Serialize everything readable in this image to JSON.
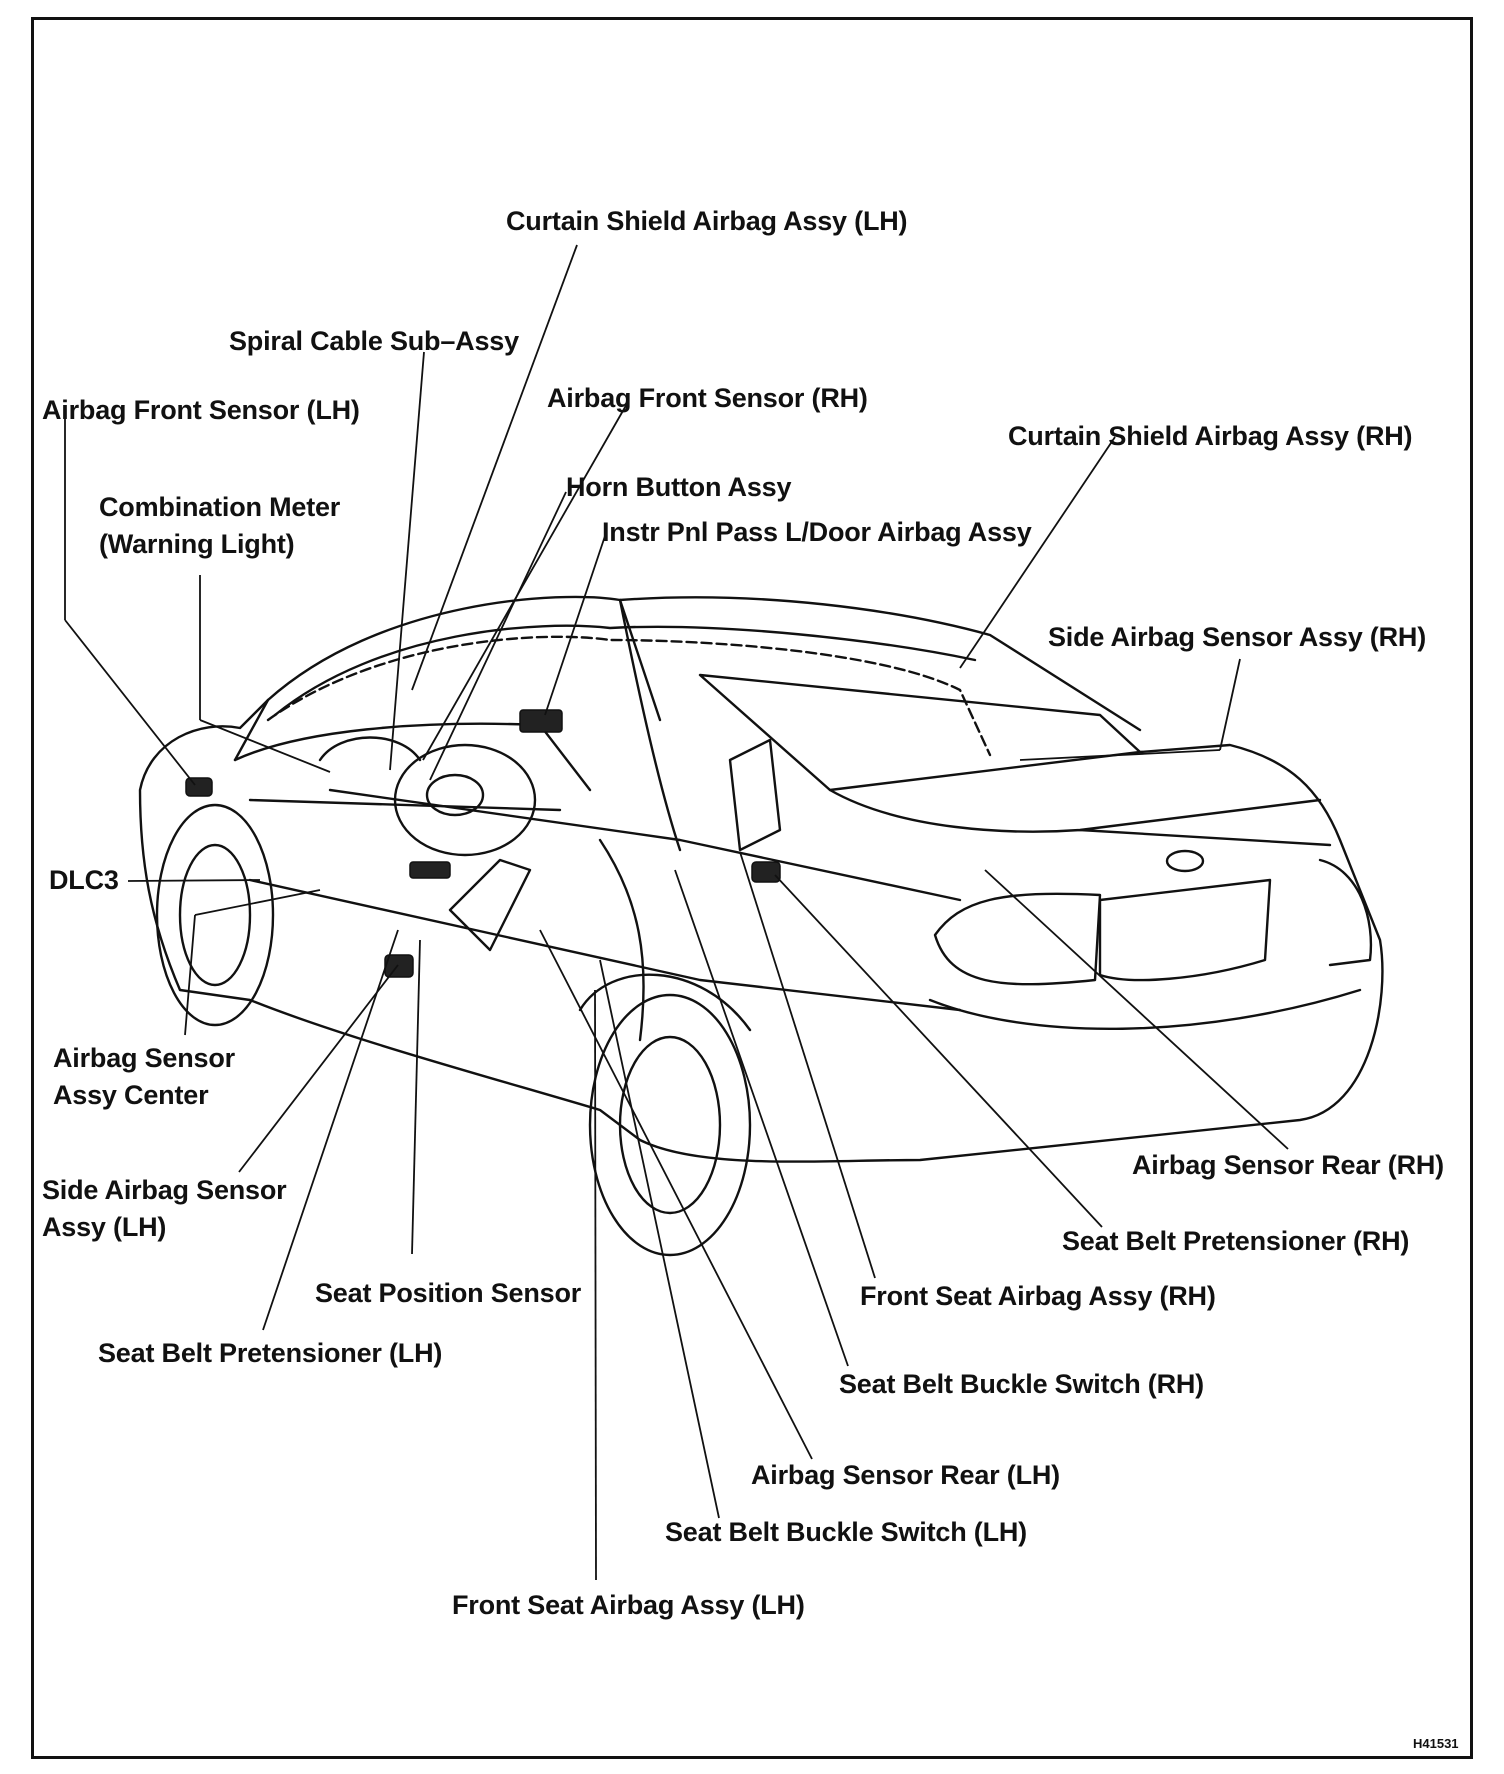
{
  "figure_id": "H41531",
  "labels": {
    "curtain_shield_lh": "Curtain Shield Airbag Assy (LH)",
    "spiral_cable": "Spiral Cable Sub–Assy",
    "airbag_front_sensor_lh": "Airbag Front Sensor (LH)",
    "airbag_front_sensor_rh": "Airbag Front Sensor (RH)",
    "curtain_shield_rh": "Curtain Shield Airbag Assy (RH)",
    "horn_button": "Horn Button Assy",
    "combination_meter_line1": "Combination Meter",
    "combination_meter_line2": "(Warning Light)",
    "instr_pnl_pass": "Instr Pnl Pass L/Door Airbag Assy",
    "side_airbag_sensor_rh": "Side Airbag Sensor Assy (RH)",
    "dlc3": "DLC3",
    "airbag_sensor_center_line1": "Airbag Sensor",
    "airbag_sensor_center_line2": "Assy Center",
    "airbag_sensor_rear_rh": "Airbag Sensor Rear (RH)",
    "side_airbag_sensor_lh_line1": "Side Airbag Sensor",
    "side_airbag_sensor_lh_line2": "Assy (LH)",
    "seat_belt_pretensioner_rh": "Seat Belt Pretensioner (RH)",
    "seat_position_sensor": "Seat Position Sensor",
    "front_seat_airbag_rh": "Front Seat Airbag Assy (RH)",
    "seat_belt_pretensioner_lh": "Seat Belt Pretensioner (LH)",
    "seat_belt_buckle_rh": "Seat Belt Buckle Switch (RH)",
    "airbag_sensor_rear_lh": "Airbag Sensor Rear (LH)",
    "seat_belt_buckle_lh": "Seat Belt Buckle Switch (LH)",
    "front_seat_airbag_lh": "Front Seat Airbag Assy (LH)"
  }
}
